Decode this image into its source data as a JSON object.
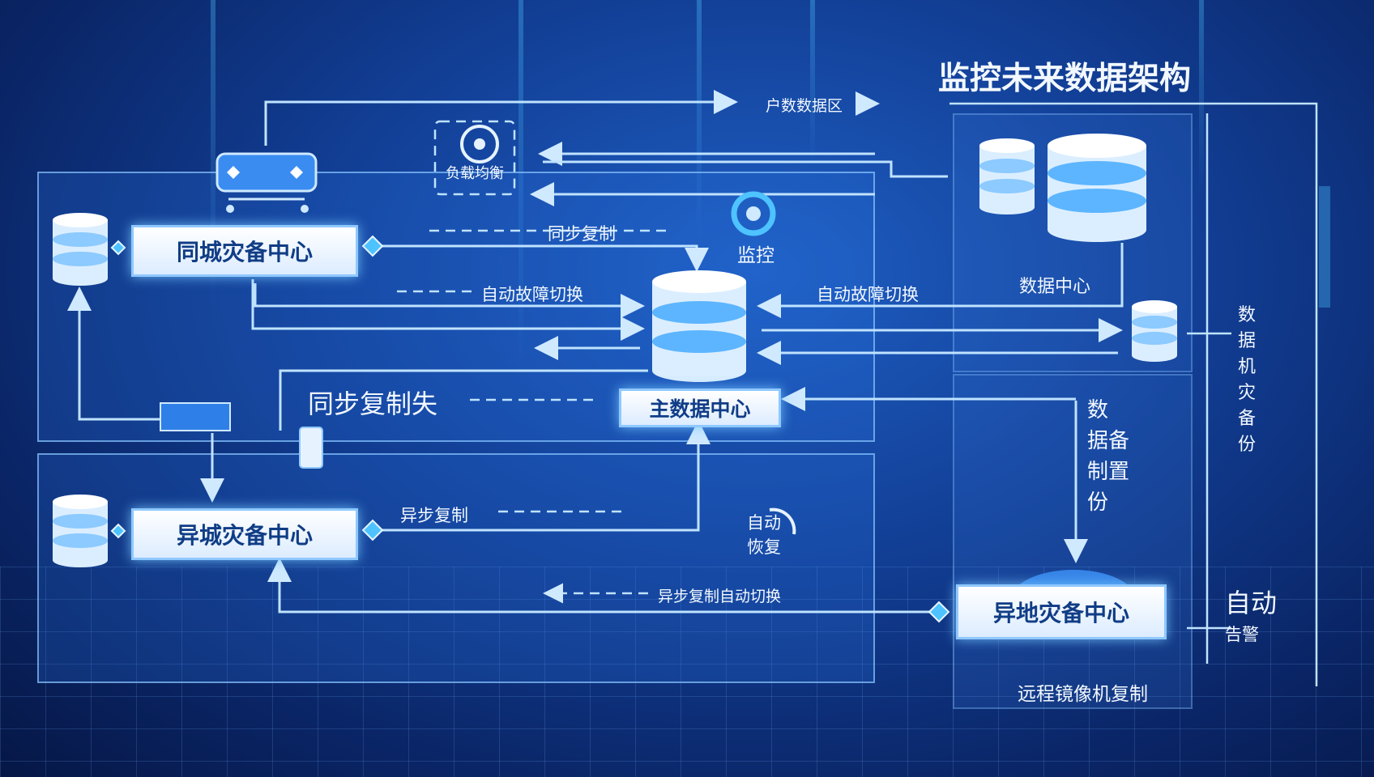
{
  "title": "监控未来数据架构",
  "nodes": {
    "primary": "主数据中心",
    "same_city": "同城灾备中心",
    "other_city": "异城灾备中心",
    "remote": "异地灾备中心"
  },
  "labels": {
    "top_user": "户数数据区",
    "load_balancer": "负载均衡",
    "sync_copy": "同步复制",
    "monitor": "监控",
    "auto_failover_left": "自动故障切换",
    "auto_failover_right": "自动故障切换",
    "data_center_right": "数据中心",
    "sync_loss": "同步复制失",
    "async_copy": "异步复制",
    "auto_recover_1": "自动",
    "auto_recover_2": "恢复",
    "async_auto_switch": "异步复制自动切换",
    "remote_replication": "远程镜像机复制",
    "right_col": [
      "数",
      "据",
      "机",
      "灾",
      "备",
      "份"
    ],
    "mid_col": [
      "数",
      "据备",
      "制置",
      "份"
    ],
    "auto_alarm_1": "自动",
    "auto_alarm_2": "告警"
  },
  "colors": {
    "accent": "#4ec3ff",
    "line": "#bfe3ff",
    "box_text": "#103d86"
  }
}
